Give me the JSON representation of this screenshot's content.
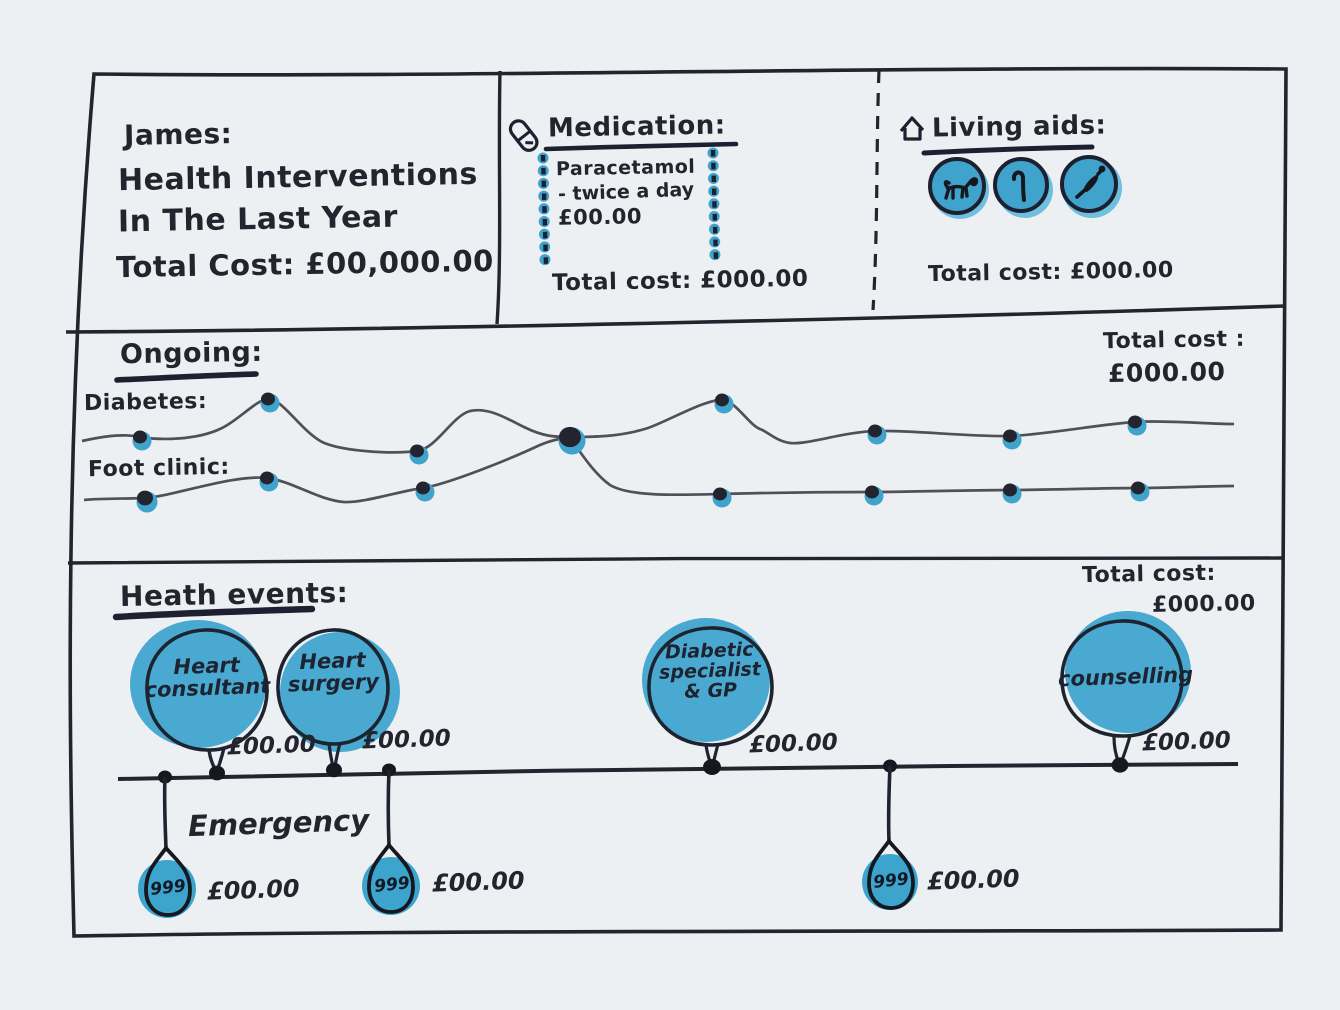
{
  "colors": {
    "ink": "#23242e",
    "blue": "#3fa3cc",
    "blue_light": "#6fc0de",
    "paper": "#edf0f3",
    "pencil": "#4f5058"
  },
  "patient": {
    "name": "James:",
    "title_line1": "Health Interventions",
    "title_line2": "In The Last Year",
    "total_cost": "Total Cost: £00,000.00"
  },
  "medication": {
    "heading": "Medication:",
    "icon": "pill-icon",
    "item": {
      "name": "Paracetamol",
      "dose": "- twice a day",
      "cost": "£00.00"
    },
    "total_cost": "Total cost: £000.00"
  },
  "living_aids": {
    "heading": "Living aids:",
    "icon": "house-icon",
    "aid_icons": [
      "assistance-dog-icon",
      "walking-cane-icon",
      "grabber-tool-icon"
    ],
    "total_cost": "Total cost: £000.00"
  },
  "ongoing": {
    "heading": "Ongoing:",
    "total_cost_label": "Total cost :",
    "total_cost_value": "£000.00",
    "series": [
      {
        "label": "Diabetes:",
        "dots": [
          [
            140,
            437,
            7
          ],
          [
            268,
            399,
            7
          ],
          [
            417,
            451,
            7
          ],
          [
            570,
            437,
            11
          ],
          [
            722,
            400,
            7
          ],
          [
            875,
            431,
            7
          ],
          [
            1010,
            436,
            7
          ],
          [
            1135,
            422,
            7
          ]
        ]
      },
      {
        "label": "Foot clinic:",
        "dots": [
          [
            145,
            498,
            8
          ],
          [
            267,
            478,
            7
          ],
          [
            423,
            488,
            7
          ],
          [
            720,
            494,
            7
          ],
          [
            872,
            492,
            7
          ],
          [
            1010,
            490,
            7
          ],
          [
            1138,
            488,
            7
          ]
        ]
      }
    ]
  },
  "health_events": {
    "heading": "Heath events:",
    "total_cost_label": "Total cost:",
    "total_cost_value": "£000.00",
    "events": [
      {
        "label": "Heart consultant",
        "cost": "£00.00"
      },
      {
        "label": "Heart surgery",
        "cost": "£00.00"
      },
      {
        "label": "Diabetic specialist & GP",
        "cost": "£00.00"
      },
      {
        "label": "counselling",
        "cost": "£00.00"
      }
    ],
    "emergency_label": "Emergency",
    "emergencies": [
      {
        "label": "999",
        "cost": "£00.00"
      },
      {
        "label": "999",
        "cost": "£00.00"
      },
      {
        "label": "999",
        "cost": "£00.00"
      }
    ]
  }
}
